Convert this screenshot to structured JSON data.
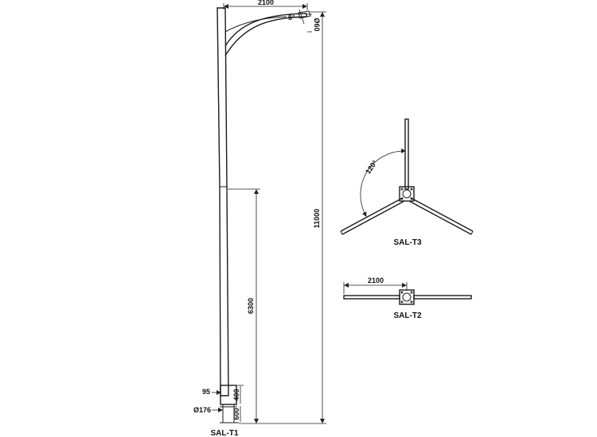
{
  "pole_side_view": {
    "arm_length": "2100",
    "tilt_angle": "5°",
    "lamp_spigot": "Ø60",
    "total_height": "11000",
    "upper_section": "6300",
    "base_plate_width": "95",
    "base_plate_height": "400",
    "foundation_depth": "600",
    "base_diameter": "Ø176",
    "caption": "SAL-T1"
  },
  "triple_arm_plan": {
    "angle": "120°",
    "caption": "SAL-T3"
  },
  "double_arm_plan": {
    "arm_length": "2100",
    "caption": "SAL-T2"
  },
  "colors": {
    "line": "#1a1a1a",
    "background": "#ffffff"
  }
}
